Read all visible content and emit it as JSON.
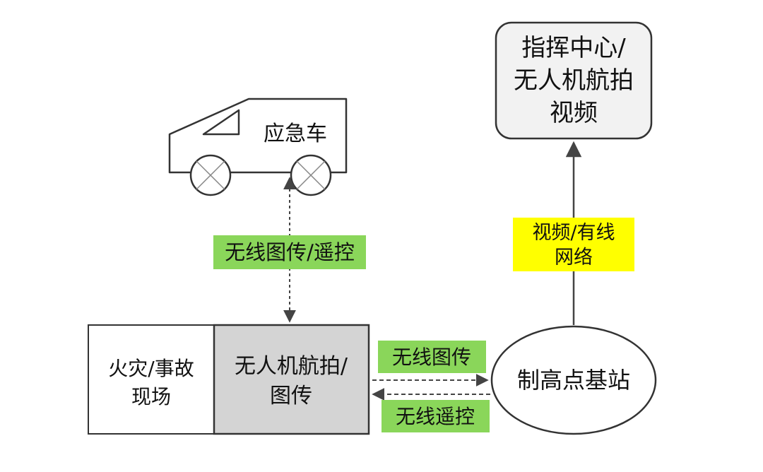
{
  "nodes": {
    "command_center": {
      "lines": [
        "指挥中心/",
        "无人机航拍",
        "视频"
      ]
    },
    "vehicle": {
      "label": "应急车"
    },
    "scene": {
      "lines": [
        "火灾/事故",
        "现场"
      ]
    },
    "drone": {
      "lines": [
        "无人机航拍/",
        "图传"
      ]
    },
    "base_station": {
      "label": "制高点基站"
    }
  },
  "edges": {
    "drone_vehicle": {
      "label": "无线图传/遥控"
    },
    "base_command": {
      "lines": [
        "视频/有线",
        "网络"
      ]
    },
    "drone_to_base": {
      "label": "无线图传"
    },
    "base_to_drone": {
      "label": "无线遥控"
    }
  },
  "colors": {
    "green_label": "#8ad65a",
    "yellow_label": "#ffff00",
    "drone_fill": "#d4d4d4",
    "node_stroke": "#333333",
    "arrow": "#444444"
  }
}
